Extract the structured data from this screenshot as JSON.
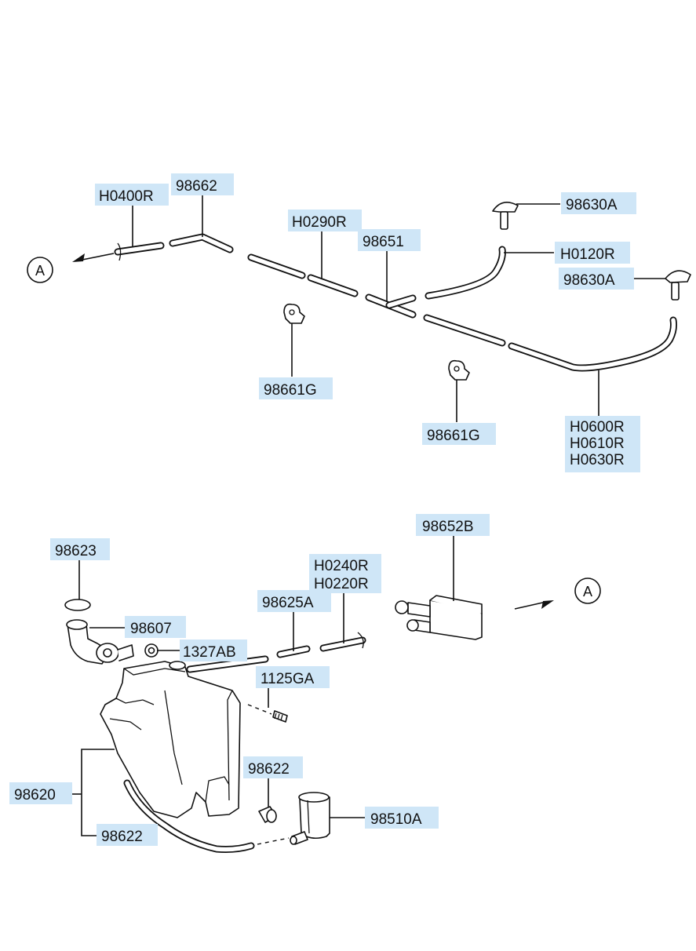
{
  "labels": {
    "H0400R": "H0400R",
    "98662": "98662",
    "H0290R": "H0290R",
    "98651": "98651",
    "98630A_top": "98630A",
    "H0120R": "H0120R",
    "98630A_right": "98630A",
    "98661G_left": "98661G",
    "98661G_right": "98661G",
    "H0600R": "H0600R",
    "H0610R": "H0610R",
    "H0630R": "H0630R",
    "98652B": "98652B",
    "98623": "98623",
    "H0240R": "H0240R",
    "H0220R": "H0220R",
    "98625A": "98625A",
    "98607": "98607",
    "1327AB": "1327AB",
    "1125GA": "1125GA",
    "98622_upper": "98622",
    "98620": "98620",
    "98510A": "98510A",
    "98622_lower": "98622"
  },
  "refs": {
    "upper": "A",
    "lower": "A"
  },
  "colors": {
    "label_background": "#cfe6f7",
    "ink": "#111111"
  }
}
